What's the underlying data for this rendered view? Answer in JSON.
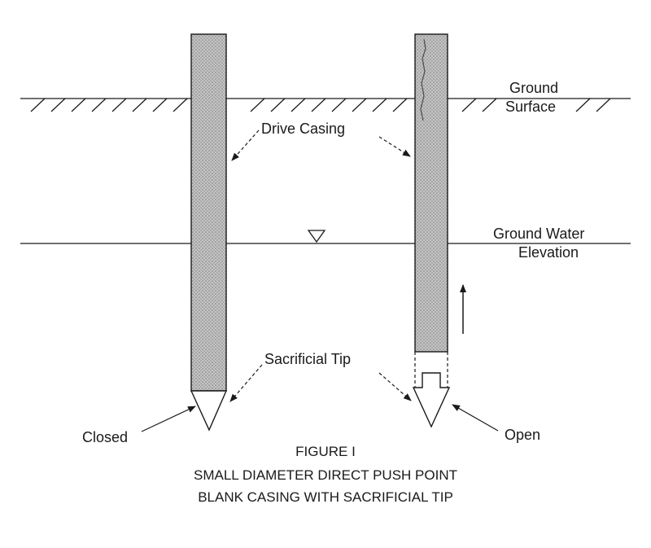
{
  "labels": {
    "ground_surface": [
      "Ground",
      "Surface"
    ],
    "drive_casing": "Drive Casing",
    "ground_water": [
      "Ground Water",
      "Elevation"
    ],
    "sacrificial_tip": "Sacrificial Tip",
    "closed": "Closed",
    "open": "Open"
  },
  "caption": {
    "figure": "FIGURE I",
    "line1": "SMALL DIAMETER DIRECT PUSH POINT",
    "line2": "BLANK CASING WITH SACRIFICIAL TIP"
  },
  "colors": {
    "line": "#1a1a1a",
    "casing_fill": "#b8b8b8"
  }
}
